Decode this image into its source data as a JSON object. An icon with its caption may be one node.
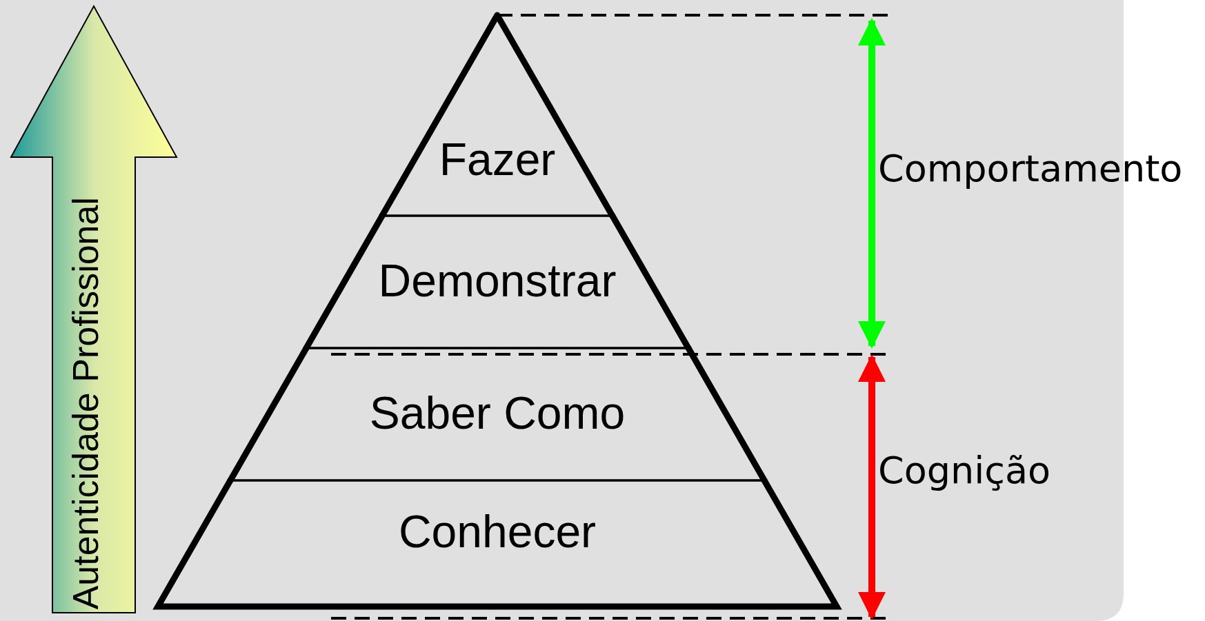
{
  "diagram": {
    "nodes": [
      {
        "text": [
          "Autenticidade Profissional"
        ]
      },
      {
        "text": [
          "Fazer"
        ]
      },
      {
        "text": [
          "Demonstrar"
        ]
      },
      {
        "text": [
          "Saber Como"
        ]
      },
      {
        "text": [
          "Conhecer"
        ]
      }
    ],
    "labels": [
      "Comportamento",
      "Cognição"
    ]
  }
}
